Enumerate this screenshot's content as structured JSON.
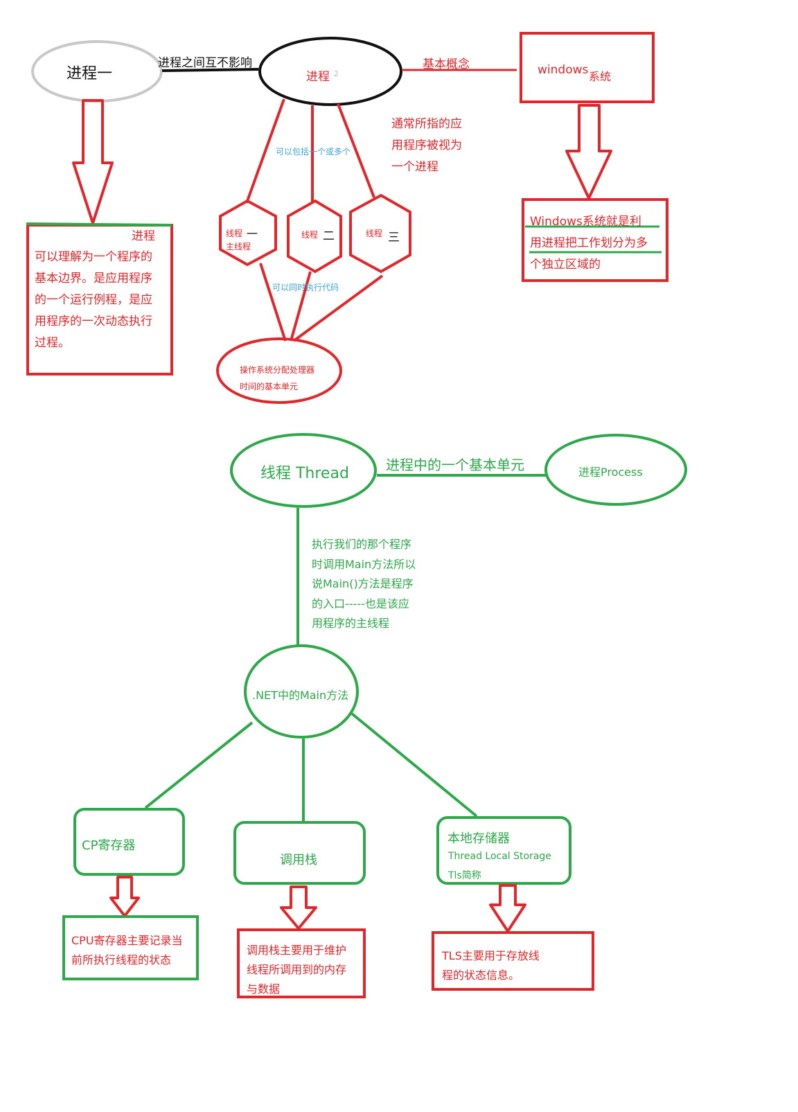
{
  "top": {
    "process_one": "进程一",
    "mutual_label": "进程之间互不影响",
    "process_two": "进程",
    "process_two_sub": "2",
    "basic_concept": "基本概念",
    "windows": "windows",
    "windows_sys": "系统",
    "usual_note": "通常所指的应\n用程序被视为\n一个进程",
    "contain_label": "可以包括一个或多个",
    "thread1": "线程",
    "thread1_mark": "一",
    "thread1_sub": "主线程",
    "thread2": "线程",
    "thread2_mark": "二",
    "thread3": "线程",
    "thread3_mark": "三",
    "concurrent_label": "可以同时执行代码",
    "os_unit": "操作系统分配处理器\n时间的基本单元",
    "process_box_title": "进程",
    "process_box_body": "可以理解为一个程序的\n基本边界。是应用程序\n的一个运行例程，是应\n用程序的一次动态执行\n过程。",
    "windows_box": "Windows系统就是利\n用进程把工作划分为多\n个独立区域的"
  },
  "bottom": {
    "thread_node": "线程 Thread",
    "basic_unit_label": "进程中的一个基本单元",
    "process_node": "进程Process",
    "main_note": "执行我们的那个程序\n时调用Main方法所以\n说Main()方法是程序\n的入口-----也是该应\n用程序的主线程",
    "net_main": ".NET中的Main方法",
    "cp_reg": "CP寄存器",
    "call_stack": "调用栈",
    "local_store": "本地存储器",
    "tls_full": "Thread Local Storage",
    "tls_abbr": "Tls简称",
    "cpu_desc": "CPU寄存器主要记录当\n前所执行线程的状态",
    "stack_desc": "调用栈主要用于维护\n线程所调用到的内存\n与数据",
    "tls_desc": "TLS主要用于存放线\n程的状态信息。"
  },
  "colors": {
    "red": "#e0272b",
    "green": "#2ea84a",
    "gray": "#c8c8c8",
    "black": "#111111",
    "blue": "#3aa5d6"
  }
}
